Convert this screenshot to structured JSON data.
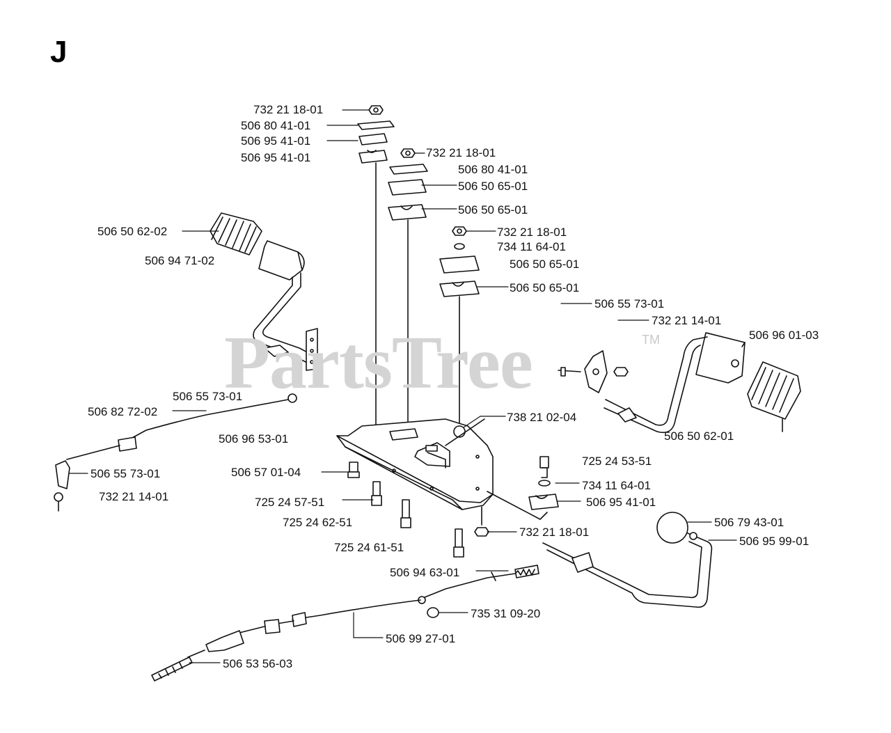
{
  "section": "J",
  "watermark": {
    "text": "PartsTree",
    "tm": "TM"
  },
  "part_labels": [
    "732 21 18-01",
    "506 80 41-01",
    "506 95 41-01",
    "506 95 41-01",
    "732 21 18-01",
    "506 80 41-01",
    "506 50 65-01",
    "506 50 65-01",
    "506 50 62-02",
    "506 94 71-02",
    "732 21 18-01",
    "734 11 64-01",
    "506 50 65-01",
    "506 50 65-01",
    "506 55 73-01",
    "732 21 14-01",
    "506 96 01-03",
    "506 55 73-01",
    "506 82 72-02",
    "738 21 02-04",
    "506 96 53-01",
    "506 50 62-01",
    "725 24 53-51",
    "506 55 73-01",
    "506 57 01-04",
    "734 11 64-01",
    "732 21 14-01",
    "725 24 57-51",
    "506 95 41-01",
    "725 24 62-51",
    "506 79 43-01",
    "732 21 18-01",
    "725 24 61-51",
    "506 95 99-01",
    "506 94 63-01",
    "735 31 09-20",
    "506 99 27-01",
    "506 53 56-03"
  ]
}
